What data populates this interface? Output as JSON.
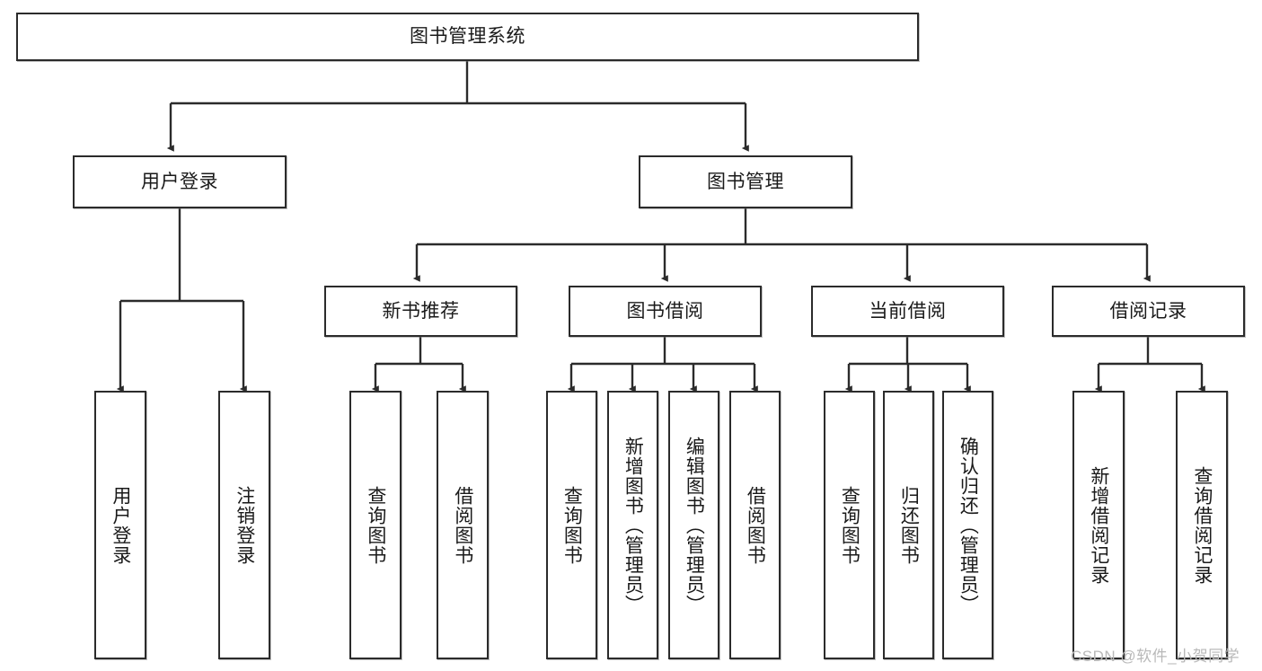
{
  "diagram": {
    "type": "tree-hierarchy",
    "title": "图书管理系统",
    "orientation": "top-down",
    "colors": {
      "node_border": "#2b2b2b",
      "node_fill": "#ffffff",
      "edge": "#2b2b2b",
      "watermark": "#b9b9b9",
      "background": "#ffffff"
    },
    "watermark": "CSDN @软件_小贺同学",
    "nodes": {
      "root": {
        "label": "图书管理系统"
      },
      "level2": [
        {
          "id": "user-login",
          "label": "用户登录"
        },
        {
          "id": "book-manage",
          "label": "图书管理"
        }
      ],
      "level3": [
        {
          "id": "new-book-recommend",
          "label": "新书推荐"
        },
        {
          "id": "book-borrow",
          "label": "图书借阅"
        },
        {
          "id": "current-borrow",
          "label": "当前借阅"
        },
        {
          "id": "borrow-record",
          "label": "借阅记录"
        }
      ],
      "leaves": [
        {
          "id": "leaf-user-login",
          "label": "用户登录",
          "parent": "user-login"
        },
        {
          "id": "leaf-logout-login",
          "label": "注销登录",
          "parent": "user-login"
        },
        {
          "id": "leaf-query-book-1",
          "label": "查询图书",
          "parent": "new-book-recommend"
        },
        {
          "id": "leaf-borrow-book-1",
          "label": "借阅图书",
          "parent": "new-book-recommend"
        },
        {
          "id": "leaf-query-book-2",
          "label": "查询图书",
          "parent": "book-borrow"
        },
        {
          "id": "leaf-add-book",
          "label": "新增图书（管理员）",
          "parent": "book-borrow"
        },
        {
          "id": "leaf-edit-book",
          "label": "编辑图书（管理员）",
          "parent": "book-borrow"
        },
        {
          "id": "leaf-borrow-book-2",
          "label": "借阅图书",
          "parent": "book-borrow"
        },
        {
          "id": "leaf-query-book-3",
          "label": "查询图书",
          "parent": "current-borrow"
        },
        {
          "id": "leaf-return-book",
          "label": "归还图书",
          "parent": "current-borrow"
        },
        {
          "id": "leaf-confirm-return",
          "label": "确认归还（管理员）",
          "parent": "current-borrow"
        },
        {
          "id": "leaf-add-record",
          "label": "新增借阅记录",
          "parent": "borrow-record"
        },
        {
          "id": "leaf-query-record",
          "label": "查询借阅记录",
          "parent": "borrow-record"
        }
      ]
    }
  }
}
